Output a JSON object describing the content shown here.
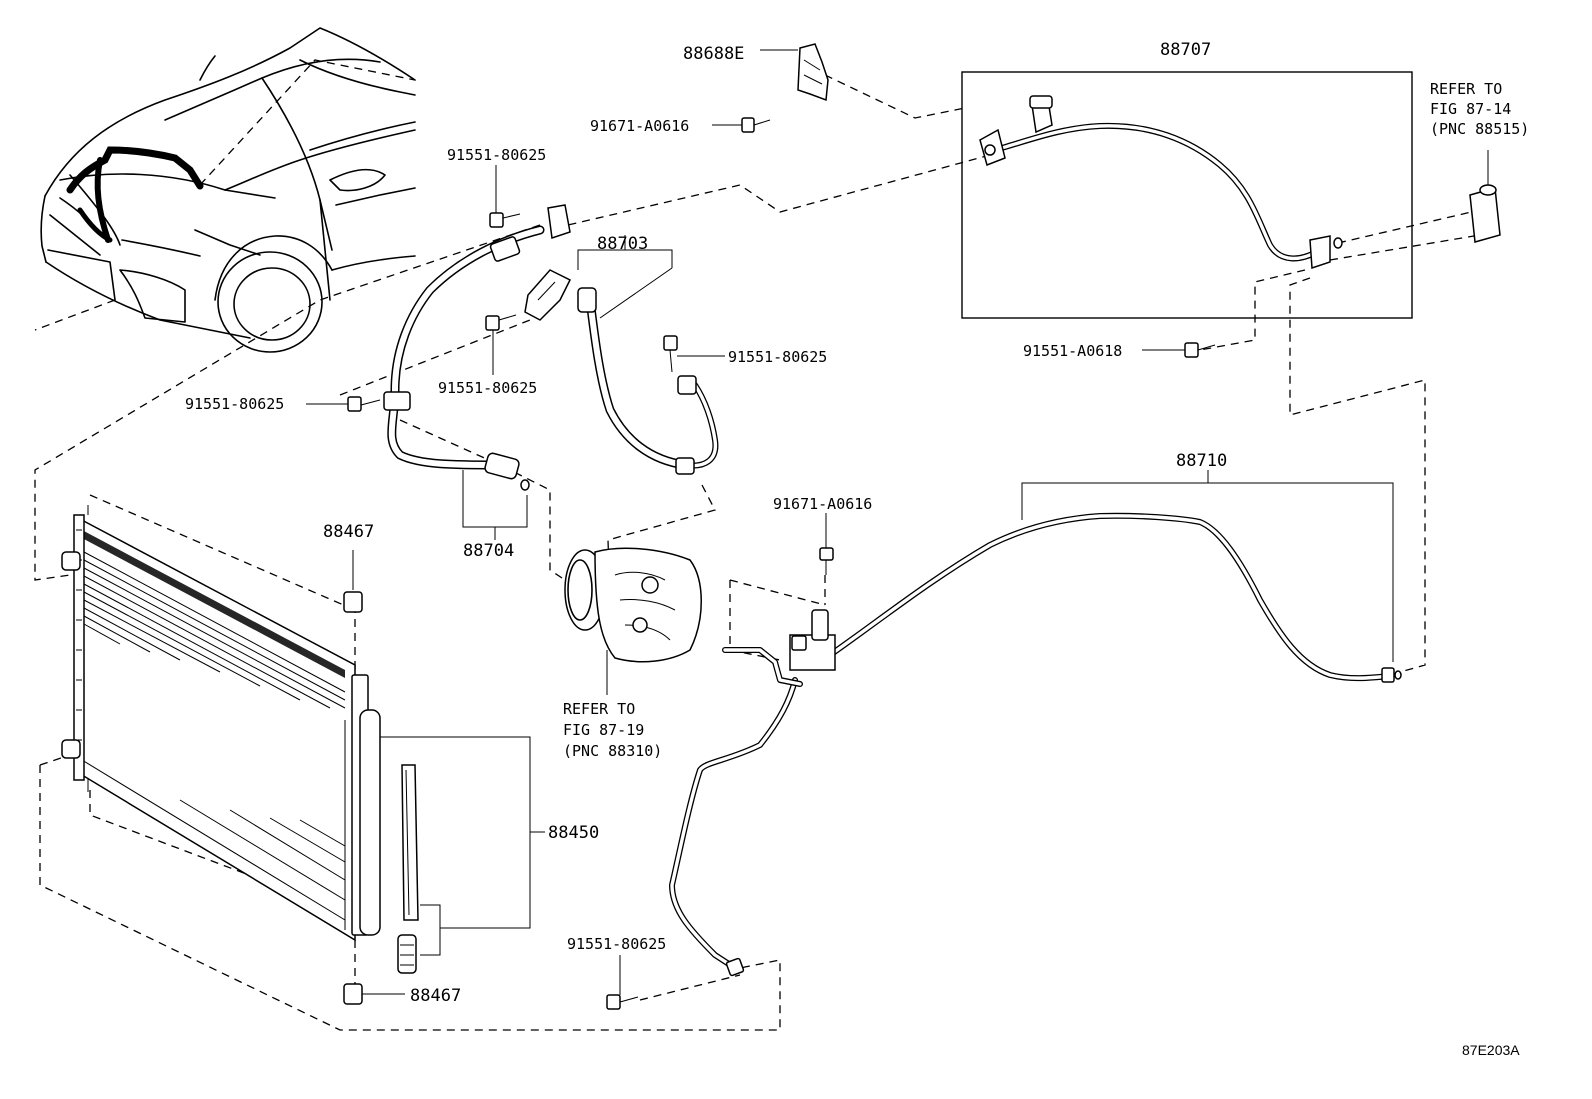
{
  "diagram": {
    "figure_id": "87E203A",
    "labels": {
      "p88688E": "88688E",
      "p91671_top": "91671-A0616",
      "p91551_a": "91551-80625",
      "p88703": "88703",
      "p91551_b": "91551-80625",
      "p91551_c": "91551-80625",
      "p91551_d": "91551-80625",
      "p88704": "88704",
      "p88707": "88707",
      "p91551_A0618": "91551-A0618",
      "p88710": "88710",
      "p91671_mid": "91671-A0616",
      "p88467_top": "88467",
      "p88467_bot": "88467",
      "p88450": "88450",
      "p91551_e": "91551-80625"
    },
    "refs": {
      "ref_8714": [
        "REFER TO",
        "FIG 87-14",
        "(PNC 88515)"
      ],
      "ref_8719": [
        "REFER TO",
        "FIG 87-19",
        "(PNC 88310)"
      ]
    }
  }
}
